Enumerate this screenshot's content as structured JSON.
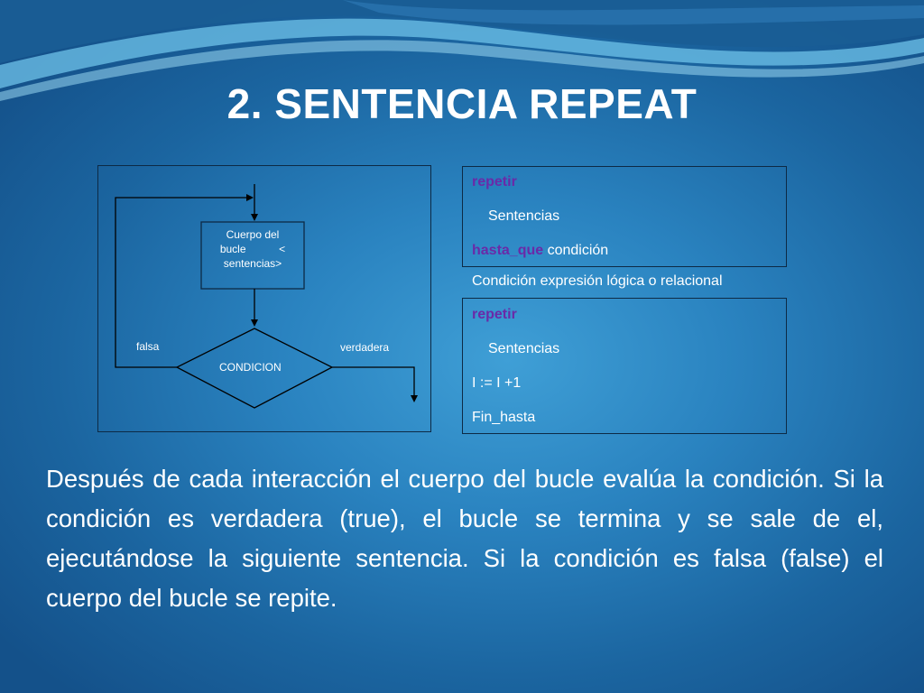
{
  "slide": {
    "title": "2. SENTENCIA REPEAT",
    "paragraph": "Después de cada interacción el cuerpo del bucle evalúa la condición. Si la condición es verdadera (true), el bucle se termina y se sale de el, ejecutándose la siguiente sentencia. Si la condición es falsa (false) el cuerpo del bucle se repite."
  },
  "flowchart": {
    "body_box": [
      "Cuerpo del",
      "bucle           <",
      "sentencias>"
    ],
    "decision": "CONDICION",
    "false_label": "falsa",
    "true_label": "verdadera"
  },
  "code1": {
    "line1": "repetir",
    "line2": "Sentencias",
    "line3_kw": "hasta_que",
    "line3_rest": " condición"
  },
  "condition_note": "Condición expresión lógica o relacional",
  "code2": {
    "line1": "repetir",
    "line2": "Sentencias",
    "line3": "I := I +1",
    "line4": "Fin_hasta"
  },
  "colors": {
    "keyword": "#6a2aa8",
    "border": "#0d2a45",
    "background": "#2a83c0"
  }
}
